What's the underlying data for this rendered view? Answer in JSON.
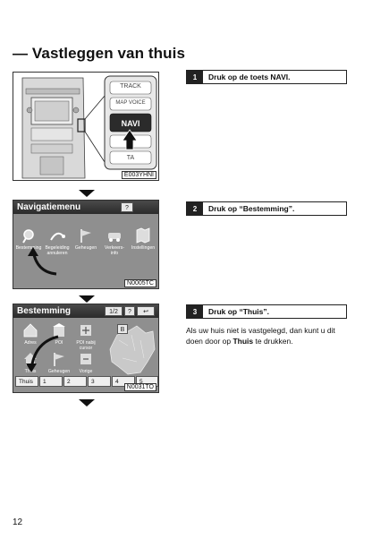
{
  "title": "— Vastleggen van thuis",
  "figures": [
    {
      "code": "E003YHNI",
      "buttons": [
        "TRACK",
        "MAP VOICE",
        "NAVI",
        "TA"
      ]
    },
    {
      "code": "N0005TC",
      "header": "Navigatiemenu",
      "help": "?",
      "items": [
        "Bestemming",
        "Begeleiding annuleren",
        "Geheugen",
        "Verkeers-info",
        "Instellingen"
      ]
    },
    {
      "code": "N0031TO",
      "header": "Bestemming",
      "page": "1/2",
      "help": "?",
      "back": "↩",
      "items": [
        "Adres",
        "POI",
        "POI nabij cursor",
        "Thuis",
        "Geheugen",
        "Vorige"
      ],
      "numbers": [
        "Thuis",
        "1",
        "2",
        "3",
        "4",
        "5"
      ],
      "badge": "B"
    }
  ],
  "steps": [
    {
      "num": "1",
      "text": "Druk op de toets NAVI."
    },
    {
      "num": "2",
      "text": "Druk op “Bestemming”."
    },
    {
      "num": "3",
      "text": "Druk op “Thuis”."
    }
  ],
  "note": {
    "before": "Als uw huis niet is vastgelegd, dan kunt u dit doen door op ",
    "bold": "Thuis",
    "after": " te drukken."
  },
  "page_number": "12"
}
